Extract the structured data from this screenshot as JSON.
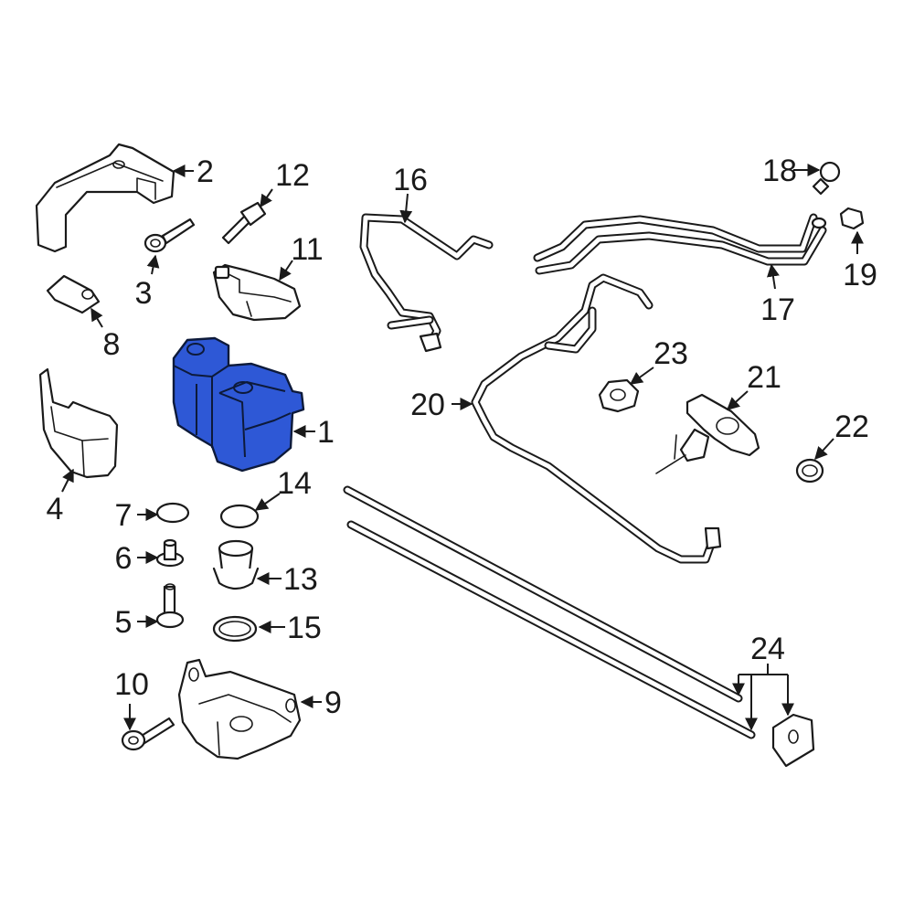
{
  "colors": {
    "highlight": "#2e58d6",
    "line": "#1a1a1a",
    "background": "#ffffff"
  },
  "callouts": {
    "c1": "1",
    "c2": "2",
    "c3": "3",
    "c4": "4",
    "c5": "5",
    "c6": "6",
    "c7": "7",
    "c8": "8",
    "c9": "9",
    "c10": "10",
    "c11": "11",
    "c12": "12",
    "c13": "13",
    "c14": "14",
    "c15": "15",
    "c16": "16",
    "c17": "17",
    "c18": "18",
    "c19": "19",
    "c20": "20",
    "c21": "21",
    "c22": "22",
    "c23": "23",
    "c24": "24"
  },
  "highlighted_part": "1"
}
